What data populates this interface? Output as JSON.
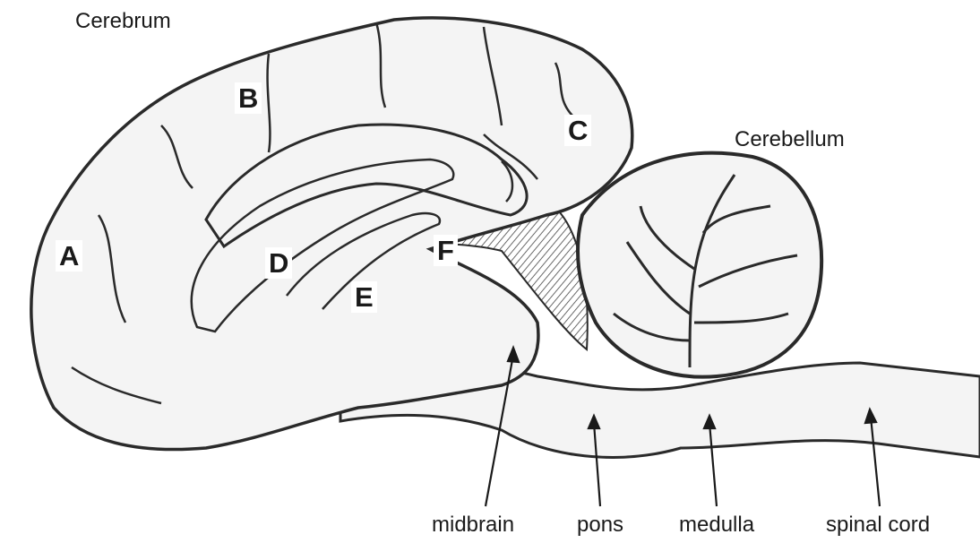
{
  "diagram": {
    "labels": {
      "cerebrum": "Cerebrum",
      "cerebellum": "Cerebellum",
      "a": "A",
      "b": "B",
      "c": "C",
      "d": "D",
      "e": "E",
      "f": "F",
      "midbrain": "midbrain",
      "pons": "pons",
      "medulla": "medulla",
      "spinal_cord": "spinal cord"
    },
    "colors": {
      "ink": "#2a2a2a",
      "tissue": "#f4f4f4",
      "shading": "#555555",
      "background": "#ffffff"
    }
  }
}
